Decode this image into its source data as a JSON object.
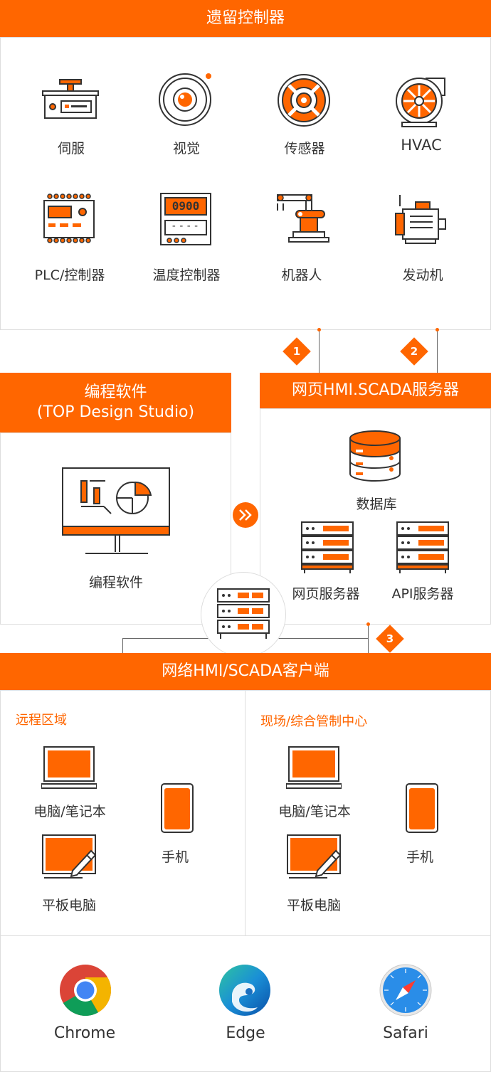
{
  "legacy": {
    "title": "遗留控制器",
    "items": [
      "伺服",
      "视觉",
      "传感器",
      "HVAC",
      "PLC/控制器",
      "温度控制器",
      "机器人",
      "发动机"
    ],
    "display_value": "0900",
    "display_dashes": "----"
  },
  "steps": [
    "1",
    "2",
    "3"
  ],
  "programming": {
    "title_line1": "编程软件",
    "title_line2": "(TOP Design Studio)",
    "item": "编程软件"
  },
  "server": {
    "title": "网页HMI.SCADA服务器",
    "database": "数据库",
    "web_server": "网页服务器",
    "api_server": "API服务器"
  },
  "client": {
    "title": "网络HMI/SCADA客户端",
    "remote": {
      "title": "远程区域",
      "laptop": "电脑/笔记本",
      "phone": "手机",
      "tablet": "平板电脑"
    },
    "site": {
      "title": "现场/综合管制中心",
      "laptop": "电脑/笔记本",
      "phone": "手机",
      "tablet": "平板电脑"
    }
  },
  "browsers": [
    "Chrome",
    "Edge",
    "Safari"
  ],
  "colors": {
    "accent": "#ff6600",
    "border": "#dddddd",
    "text": "#333333"
  }
}
